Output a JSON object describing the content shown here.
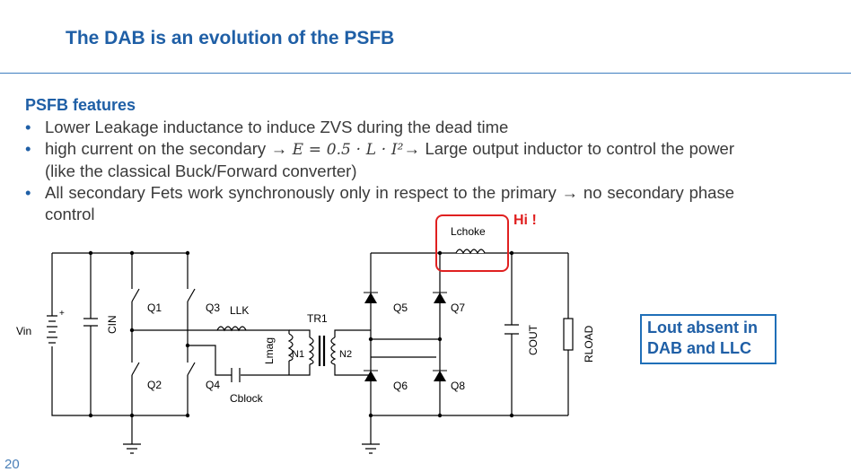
{
  "slide": {
    "title": "The DAB is an evolution of the PSFB",
    "page_number": "20"
  },
  "features": {
    "heading": "PSFB features",
    "bullet1": "Lower Leakage inductance to induce ZVS during the dead time",
    "bullet2_pre": "high current on the secondary → ",
    "bullet2_formula": "E = 0.5 · L · I²",
    "bullet2_post": "→ Large output inductor to control the power (like the classical Buck/Forward converter)",
    "bullet3": "All secondary Fets work synchronously only in respect to the primary → no secondary phase control"
  },
  "callout": {
    "text_line1": "Lout absent in",
    "text_line2": "DAB and LLC"
  },
  "schematic": {
    "vin": "Vin",
    "cin": "CIN",
    "q1": "Q1",
    "q2": "Q2",
    "q3": "Q3",
    "q4": "Q4",
    "llk": "LLK",
    "lmag": "Lmag",
    "cblock": "Cblock",
    "tr1": "TR1",
    "n1": "N1",
    "n2": "N2",
    "q5": "Q5",
    "q6": "Q6",
    "q7": "Q7",
    "q8": "Q8",
    "lchoke": "Lchoke",
    "hi": "Hi !",
    "cout": "COUT",
    "rload": "RLOAD",
    "plus": "+"
  },
  "colors": {
    "title": "#1f5fa6",
    "highlight": "#e02020",
    "callout_border": "#1f6fb8"
  }
}
